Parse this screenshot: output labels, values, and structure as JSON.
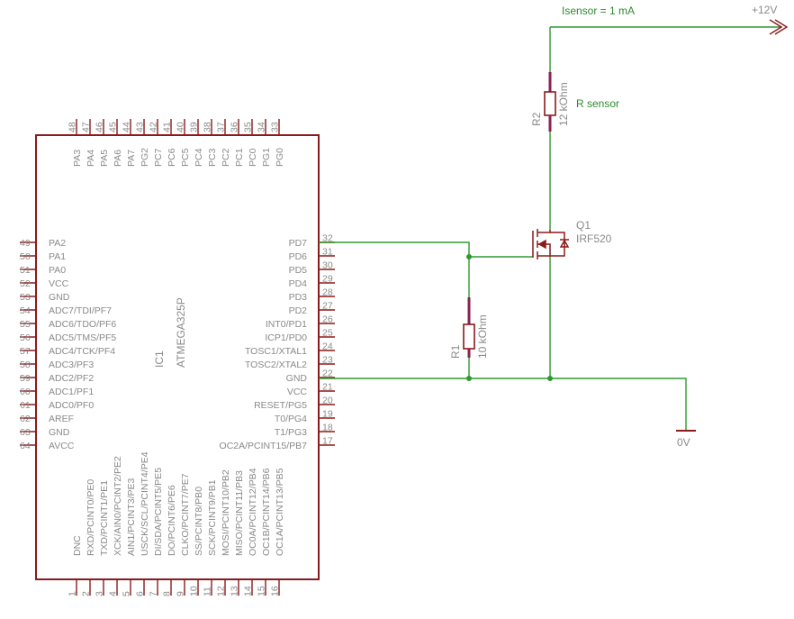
{
  "colors": {
    "wire": "#2e9a2e",
    "part": "#8b1a1a",
    "pin": "#8b1a1a",
    "text": "#8a8a8a",
    "net_text": "#2e8b2e",
    "resistor_lead": "#8b2252"
  },
  "supply_top": {
    "net_label": "Isensor = 1 mA",
    "supply_label": "+12V"
  },
  "ground": {
    "label": "0V"
  },
  "r_sensor": {
    "label": "R sensor",
    "name": "R2",
    "value": "12 kOhm"
  },
  "q1": {
    "name": "Q1",
    "value": "IRF520"
  },
  "r1": {
    "name": "R1",
    "value": "10 kOhm"
  },
  "ic": {
    "name": "IC1",
    "value": "ATMEGA325P",
    "top_pins": [
      {
        "num": "48",
        "label": "PA3"
      },
      {
        "num": "47",
        "label": "PA4"
      },
      {
        "num": "46",
        "label": "PA5"
      },
      {
        "num": "45",
        "label": "PA6"
      },
      {
        "num": "44",
        "label": "PA7"
      },
      {
        "num": "43",
        "label": "PG2"
      },
      {
        "num": "42",
        "label": "PC7"
      },
      {
        "num": "41",
        "label": "PC6"
      },
      {
        "num": "40",
        "label": "PC5"
      },
      {
        "num": "39",
        "label": "PC4"
      },
      {
        "num": "38",
        "label": "PC3"
      },
      {
        "num": "37",
        "label": "PC2"
      },
      {
        "num": "36",
        "label": "PC1"
      },
      {
        "num": "35",
        "label": "PC0"
      },
      {
        "num": "34",
        "label": "PG1"
      },
      {
        "num": "33",
        "label": "PG0"
      }
    ],
    "left_pins": [
      {
        "num": "49",
        "label": "PA2"
      },
      {
        "num": "50",
        "label": "PA1"
      },
      {
        "num": "51",
        "label": "PA0"
      },
      {
        "num": "52",
        "label": "VCC"
      },
      {
        "num": "53",
        "label": "GND"
      },
      {
        "num": "54",
        "label": "ADC7/TDI/PF7"
      },
      {
        "num": "55",
        "label": "ADC6/TDO/PF6"
      },
      {
        "num": "56",
        "label": "ADC5/TMS/PF5"
      },
      {
        "num": "57",
        "label": "ADC4/TCK/PF4"
      },
      {
        "num": "58",
        "label": "ADC3/PF3"
      },
      {
        "num": "59",
        "label": "ADC2/PF2"
      },
      {
        "num": "60",
        "label": "ADC1/PF1"
      },
      {
        "num": "61",
        "label": "ADC0/PF0"
      },
      {
        "num": "62",
        "label": "AREF"
      },
      {
        "num": "63",
        "label": "GND"
      },
      {
        "num": "64",
        "label": "AVCC"
      }
    ],
    "right_pins": [
      {
        "num": "32",
        "label": "PD7"
      },
      {
        "num": "31",
        "label": "PD6"
      },
      {
        "num": "30",
        "label": "PD5"
      },
      {
        "num": "29",
        "label": "PD4"
      },
      {
        "num": "28",
        "label": "PD3"
      },
      {
        "num": "27",
        "label": "PD2"
      },
      {
        "num": "26",
        "label": "INT0/PD1"
      },
      {
        "num": "25",
        "label": "ICP1/PD0"
      },
      {
        "num": "24",
        "label": "TOSC1/XTAL1"
      },
      {
        "num": "23",
        "label": "TOSC2/XTAL2"
      },
      {
        "num": "22",
        "label": "GND"
      },
      {
        "num": "21",
        "label": "VCC"
      },
      {
        "num": "20",
        "label": "RESET/PG5"
      },
      {
        "num": "19",
        "label": "T0/PG4"
      },
      {
        "num": "18",
        "label": "T1/PG3"
      },
      {
        "num": "17",
        "label": "OC2A/PCINT15/PB7"
      }
    ],
    "bottom_pins": [
      {
        "num": "1",
        "label": "DNC"
      },
      {
        "num": "2",
        "label": "RXD/PCINT0/PE0"
      },
      {
        "num": "3",
        "label": "TXD/PCINT1/PE1"
      },
      {
        "num": "4",
        "label": "XCK/AIN0/PCINT2/PE2"
      },
      {
        "num": "5",
        "label": "AIN1/PCINT3/PE3"
      },
      {
        "num": "6",
        "label": "USCK/SCL/PCINT4/PE4"
      },
      {
        "num": "7",
        "label": "DI/SDA/PCINT5/PE5"
      },
      {
        "num": "8",
        "label": "DO/PCINT6/PE6"
      },
      {
        "num": "9",
        "label": "CLKO/PCINT7/PE7"
      },
      {
        "num": "10",
        "label": "SS/PCINT8/PB0"
      },
      {
        "num": "11",
        "label": "SCK/PCINT9/PB1"
      },
      {
        "num": "12",
        "label": "MOSI/PCINT10/PB2"
      },
      {
        "num": "13",
        "label": "MISO/PCINT11/PB3"
      },
      {
        "num": "14",
        "label": "OC0A/PCINT12/PB4"
      },
      {
        "num": "15",
        "label": "OC1B/PCINT14/PB6"
      },
      {
        "num": "16",
        "label": "OC1A/PCINT13/PB5"
      }
    ]
  }
}
